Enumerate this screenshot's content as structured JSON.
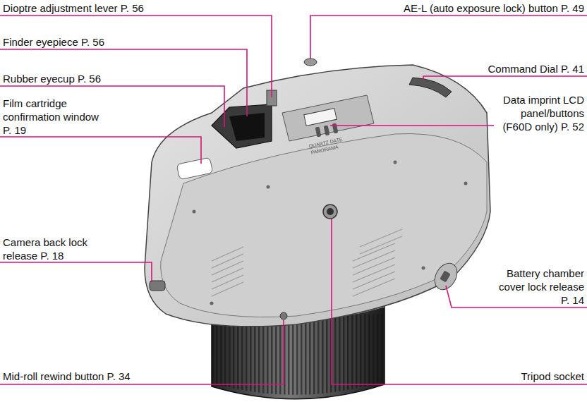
{
  "diagram": {
    "labels": [
      "Dioptre adjustment lever P. 56",
      "Finder eyepiece P. 56",
      "Rubber eyecup P. 56",
      "Film cartridge confirmation window P. 19",
      "Camera back lock release P. 18",
      "Mid-roll rewind button P. 34",
      "AE-L (auto exposure lock) button P. 49",
      "Command Dial P. 41",
      "Data imprint LCD panel/buttons (F60D only) P. 52",
      "Battery chamber cover lock release P. 14",
      "Tripod socket",
      "QUARTZ DATE",
      "PANORAMA"
    ]
  }
}
